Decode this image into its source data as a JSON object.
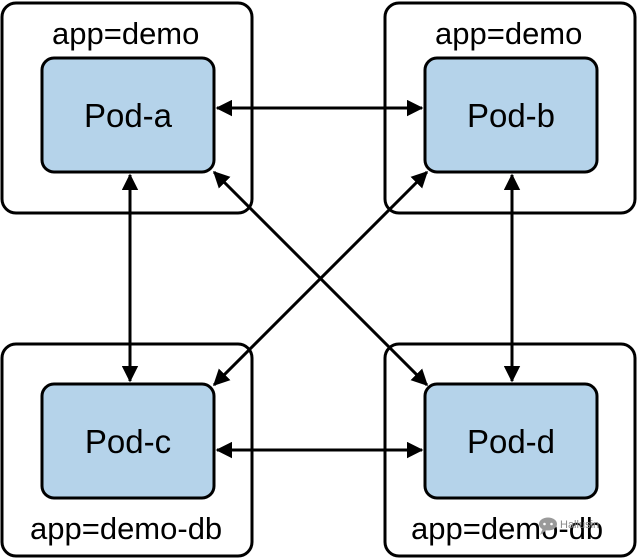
{
  "groups": [
    {
      "id": "top-left",
      "label": "app=demo"
    },
    {
      "id": "top-right",
      "label": "app=demo"
    },
    {
      "id": "bottom-left",
      "label": "app=demo-db"
    },
    {
      "id": "bottom-right",
      "label": "app=demo-db"
    }
  ],
  "pods": [
    {
      "id": "a",
      "label": "Pod-a"
    },
    {
      "id": "b",
      "label": "Pod-b"
    },
    {
      "id": "c",
      "label": "Pod-c"
    },
    {
      "id": "d",
      "label": "Pod-d"
    }
  ],
  "connections": [
    {
      "from": "a",
      "to": "b"
    },
    {
      "from": "c",
      "to": "d"
    },
    {
      "from": "a",
      "to": "c"
    },
    {
      "from": "b",
      "to": "d"
    },
    {
      "from": "a",
      "to": "d"
    },
    {
      "from": "b",
      "to": "c"
    }
  ],
  "watermark": {
    "text": "Hallusin",
    "icon": "chat-bubble-icon"
  },
  "colors": {
    "pod_fill": "#b5d3ea",
    "stroke": "#000000",
    "group_fill": "#ffffff"
  }
}
